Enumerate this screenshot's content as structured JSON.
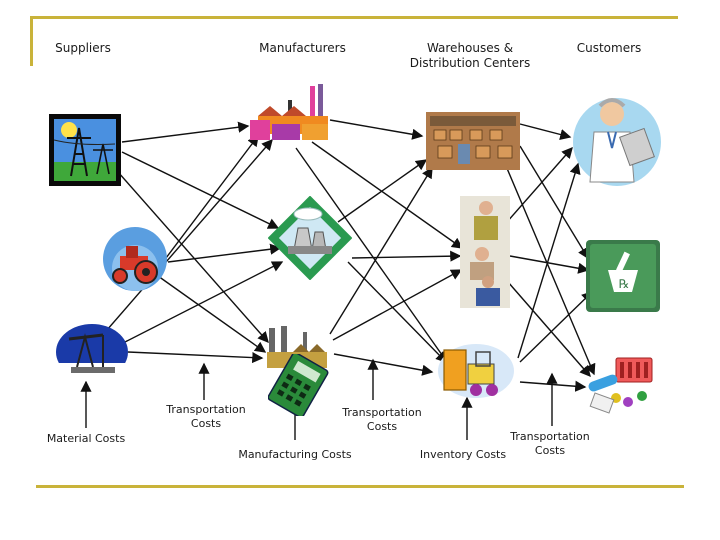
{
  "headers": {
    "suppliers": "Suppliers",
    "manufacturers": "Manufacturers",
    "warehouses": "Warehouses &\nDistribution Centers",
    "customers": "Customers"
  },
  "cost_labels": {
    "material": "Material Costs",
    "transport1": "Transportation\nCosts",
    "manufacturing": "Manufacturing Costs",
    "transport2": "Transportation\nCosts",
    "inventory": "Inventory Costs",
    "transport3": "Transportation\nCosts"
  },
  "colors": {
    "frame": "#c9b33a",
    "arrow": "#111111"
  },
  "icons": [
    "power-tower-icon",
    "tractor-icon",
    "oil-pump-icon",
    "factory-icon",
    "power-plant-icon",
    "industrial-plant-icon",
    "calculator-icon",
    "warehouse-icon",
    "workers-icon",
    "forklift-icon",
    "doctor-icon",
    "pharmacy-icon",
    "medicine-icon"
  ]
}
